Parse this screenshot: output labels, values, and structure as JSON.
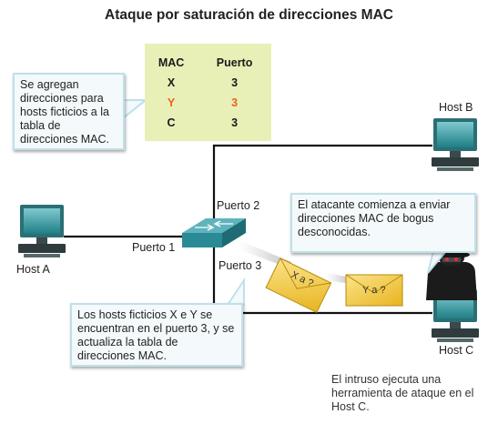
{
  "title": "Ataque por saturación de direcciones MAC",
  "mac_table": {
    "headers": [
      "MAC",
      "Puerto"
    ],
    "rows": [
      {
        "mac": "X",
        "port": "3",
        "highlight": false
      },
      {
        "mac": "Y",
        "port": "3",
        "highlight": true
      },
      {
        "mac": "C",
        "port": "3",
        "highlight": false
      }
    ],
    "highlight_color": "#e8641e"
  },
  "callouts": {
    "fictitious_added": "Se agregan direcciones para hosts ficticios a la tabla de direcciones MAC.",
    "attacker_sends": "El atacante comienza a enviar direcciones MAC de bogus desconocidas.",
    "hosts_port3": "Los hosts ficticios X e Y se encuentran en el puerto 3, y se actualiza la tabla de direcciones MAC."
  },
  "ports": {
    "port1": "Puerto 1",
    "port2": "Puerto 2",
    "port3": "Puerto 3"
  },
  "hosts": {
    "a": "Host A",
    "b": "Host B",
    "c": "Host C"
  },
  "envelopes": {
    "first": "X a ?",
    "second": "Y a ?"
  },
  "note": "El intruso ejecuta una herramienta de ataque en el Host C.",
  "colors": {
    "switch": "#2a8a96",
    "monitor": "#1f7f86",
    "envelope": "#f2c43a",
    "table_bg": "#e8f0b8"
  }
}
